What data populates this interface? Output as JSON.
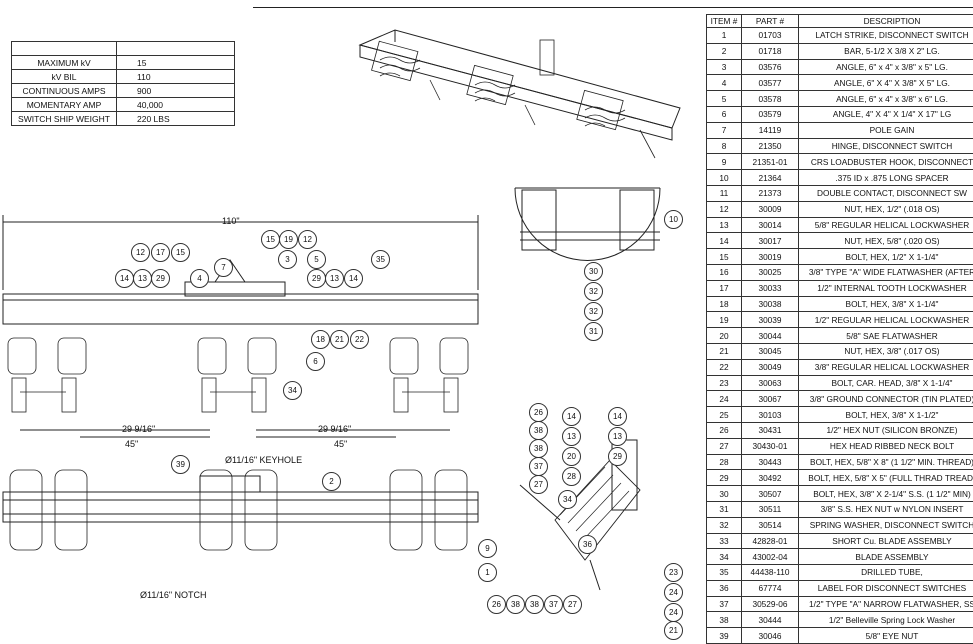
{
  "specs": [
    {
      "label": "",
      "value": ""
    },
    {
      "label": "MAXIMUM kV",
      "value": "15"
    },
    {
      "label": "kV BIL",
      "value": "110"
    },
    {
      "label": "CONTINUOUS AMPS",
      "value": "900"
    },
    {
      "label": "MOMENTARY AMP",
      "value": "40,000"
    },
    {
      "label": "SWITCH SHIP WEIGHT",
      "value": "220 LBS"
    }
  ],
  "bom_headers": {
    "item": "ITEM #",
    "part": "PART #",
    "desc": "DESCRIPTION"
  },
  "bom": [
    [
      "1",
      "01703",
      "LATCH STRIKE, DISCONNECT SWITCH"
    ],
    [
      "2",
      "01718",
      "BAR, 5-1/2 X 3/8 X 2\" LG."
    ],
    [
      "3",
      "03576",
      "ANGLE, 6\" x 4\" x 3/8\" x 5\" LG."
    ],
    [
      "4",
      "03577",
      "ANGLE, 6\" X 4\" X 3/8\" X 5\" LG."
    ],
    [
      "5",
      "03578",
      "ANGLE, 6\" x 4\" x 3/8\" x 6\" LG."
    ],
    [
      "6",
      "03579",
      "ANGLE, 4\" X 4\" X 1/4\" X 17\" LG"
    ],
    [
      "7",
      "14119",
      "POLE GAIN"
    ],
    [
      "8",
      "21350",
      "HINGE, DISCONNECT SWITCH"
    ],
    [
      "9",
      "21351-01",
      "CRS LOADBUSTER HOOK, DISCONNECT"
    ],
    [
      "10",
      "21364",
      ".375 ID x .875 LONG SPACER"
    ],
    [
      "11",
      "21373",
      "DOUBLE CONTACT, DISCONNECT SW"
    ],
    [
      "12",
      "30009",
      "NUT, HEX, 1/2\" (.018 OS)"
    ],
    [
      "13",
      "30014",
      "5/8\" REGULAR HELICAL LOCKWASHER"
    ],
    [
      "14",
      "30017",
      "NUT, HEX, 5/8\" (.020 OS)"
    ],
    [
      "15",
      "30019",
      "BOLT, HEX, 1/2\" X 1-1/4\""
    ],
    [
      "16",
      "30025",
      "3/8\" TYPE \"A\" WIDE FLATWASHER (AFTER"
    ],
    [
      "17",
      "30033",
      "1/2\" INTERNAL TOOTH LOCKWASHER"
    ],
    [
      "18",
      "30038",
      "BOLT, HEX, 3/8\" X 1-1/4\""
    ],
    [
      "19",
      "30039",
      "1/2\" REGULAR HELICAL LOCKWASHER"
    ],
    [
      "20",
      "30044",
      "5/8\" SAE FLATWASHER"
    ],
    [
      "21",
      "30045",
      "NUT, HEX, 3/8\" (.017 OS)"
    ],
    [
      "22",
      "30049",
      "3/8\" REGULAR HELICAL LOCKWASHER"
    ],
    [
      "23",
      "30063",
      "BOLT, CAR. HEAD, 3/8\" X 1-1/4\""
    ],
    [
      "24",
      "30067",
      "3/8\" GROUND CONNECTOR (TIN PLATED)"
    ],
    [
      "25",
      "30103",
      "BOLT, HEX, 3/8\" X 1-1/2\""
    ],
    [
      "26",
      "30431",
      "1/2\" HEX NUT (SILICON BRONZE)"
    ],
    [
      "27",
      "30430-01",
      "HEX HEAD RIBBED NECK BOLT"
    ],
    [
      "28",
      "30443",
      "BOLT, HEX, 5/8\" X 8\" (1 1/2\" MIN. THREAD)"
    ],
    [
      "29",
      "30492",
      "BOLT, HEX, 5/8\" X 5\" (FULL THRAD TREAD)"
    ],
    [
      "30",
      "30507",
      "BOLT, HEX, 3/8\" X 2-1/4\" S.S. (1 1/2\" MIN)"
    ],
    [
      "31",
      "30511",
      "3/8\" S.S. HEX NUT w NYLON INSERT"
    ],
    [
      "32",
      "30514",
      "SPRING WASHER, DISCONNECT SWITCH"
    ],
    [
      "33",
      "42828-01",
      "SHORT Cu. BLADE ASSEMBLY"
    ],
    [
      "34",
      "43002-04",
      "BLADE ASSEMBLY"
    ],
    [
      "35",
      "44438-110",
      "DRILLED TUBE,"
    ],
    [
      "36",
      "67774",
      "LABEL FOR DISCONNECT SWITCHES"
    ],
    [
      "37",
      "30529-06",
      "1/2\" TYPE \"A\" NARROW FLATWASHER, SS"
    ],
    [
      "38",
      "30444",
      "1/2\" Belleville Spring Lock Washer"
    ],
    [
      "39",
      "30046",
      "5/8\" EYE NUT"
    ]
  ],
  "dims": {
    "overall": "110\"",
    "span_left": "29 9/16\"",
    "span_right": "29 9/16\"",
    "spacing_left": "45\"",
    "spacing_right": "45\"",
    "keyhole": "Ø11/16\" KEYHOLE",
    "notch": "Ø11/16\" NOTCH"
  },
  "balloons": {
    "front_top": [
      "12",
      "17",
      "15",
      "15",
      "19",
      "12",
      "14",
      "13",
      "29",
      "7",
      "3",
      "5",
      "29",
      "13",
      "14",
      "35",
      "4",
      "18",
      "21",
      "22",
      "6",
      "34"
    ],
    "detail_right": [
      "10",
      "30",
      "32",
      "32",
      "31"
    ],
    "plan": [
      "39",
      "2"
    ],
    "side": [
      "26",
      "38",
      "38",
      "37",
      "27",
      "14",
      "13",
      "20",
      "28",
      "14",
      "13",
      "29",
      "34",
      "9",
      "1",
      "36",
      "23",
      "24",
      "24",
      "21",
      "26",
      "38",
      "38",
      "37",
      "27"
    ]
  }
}
